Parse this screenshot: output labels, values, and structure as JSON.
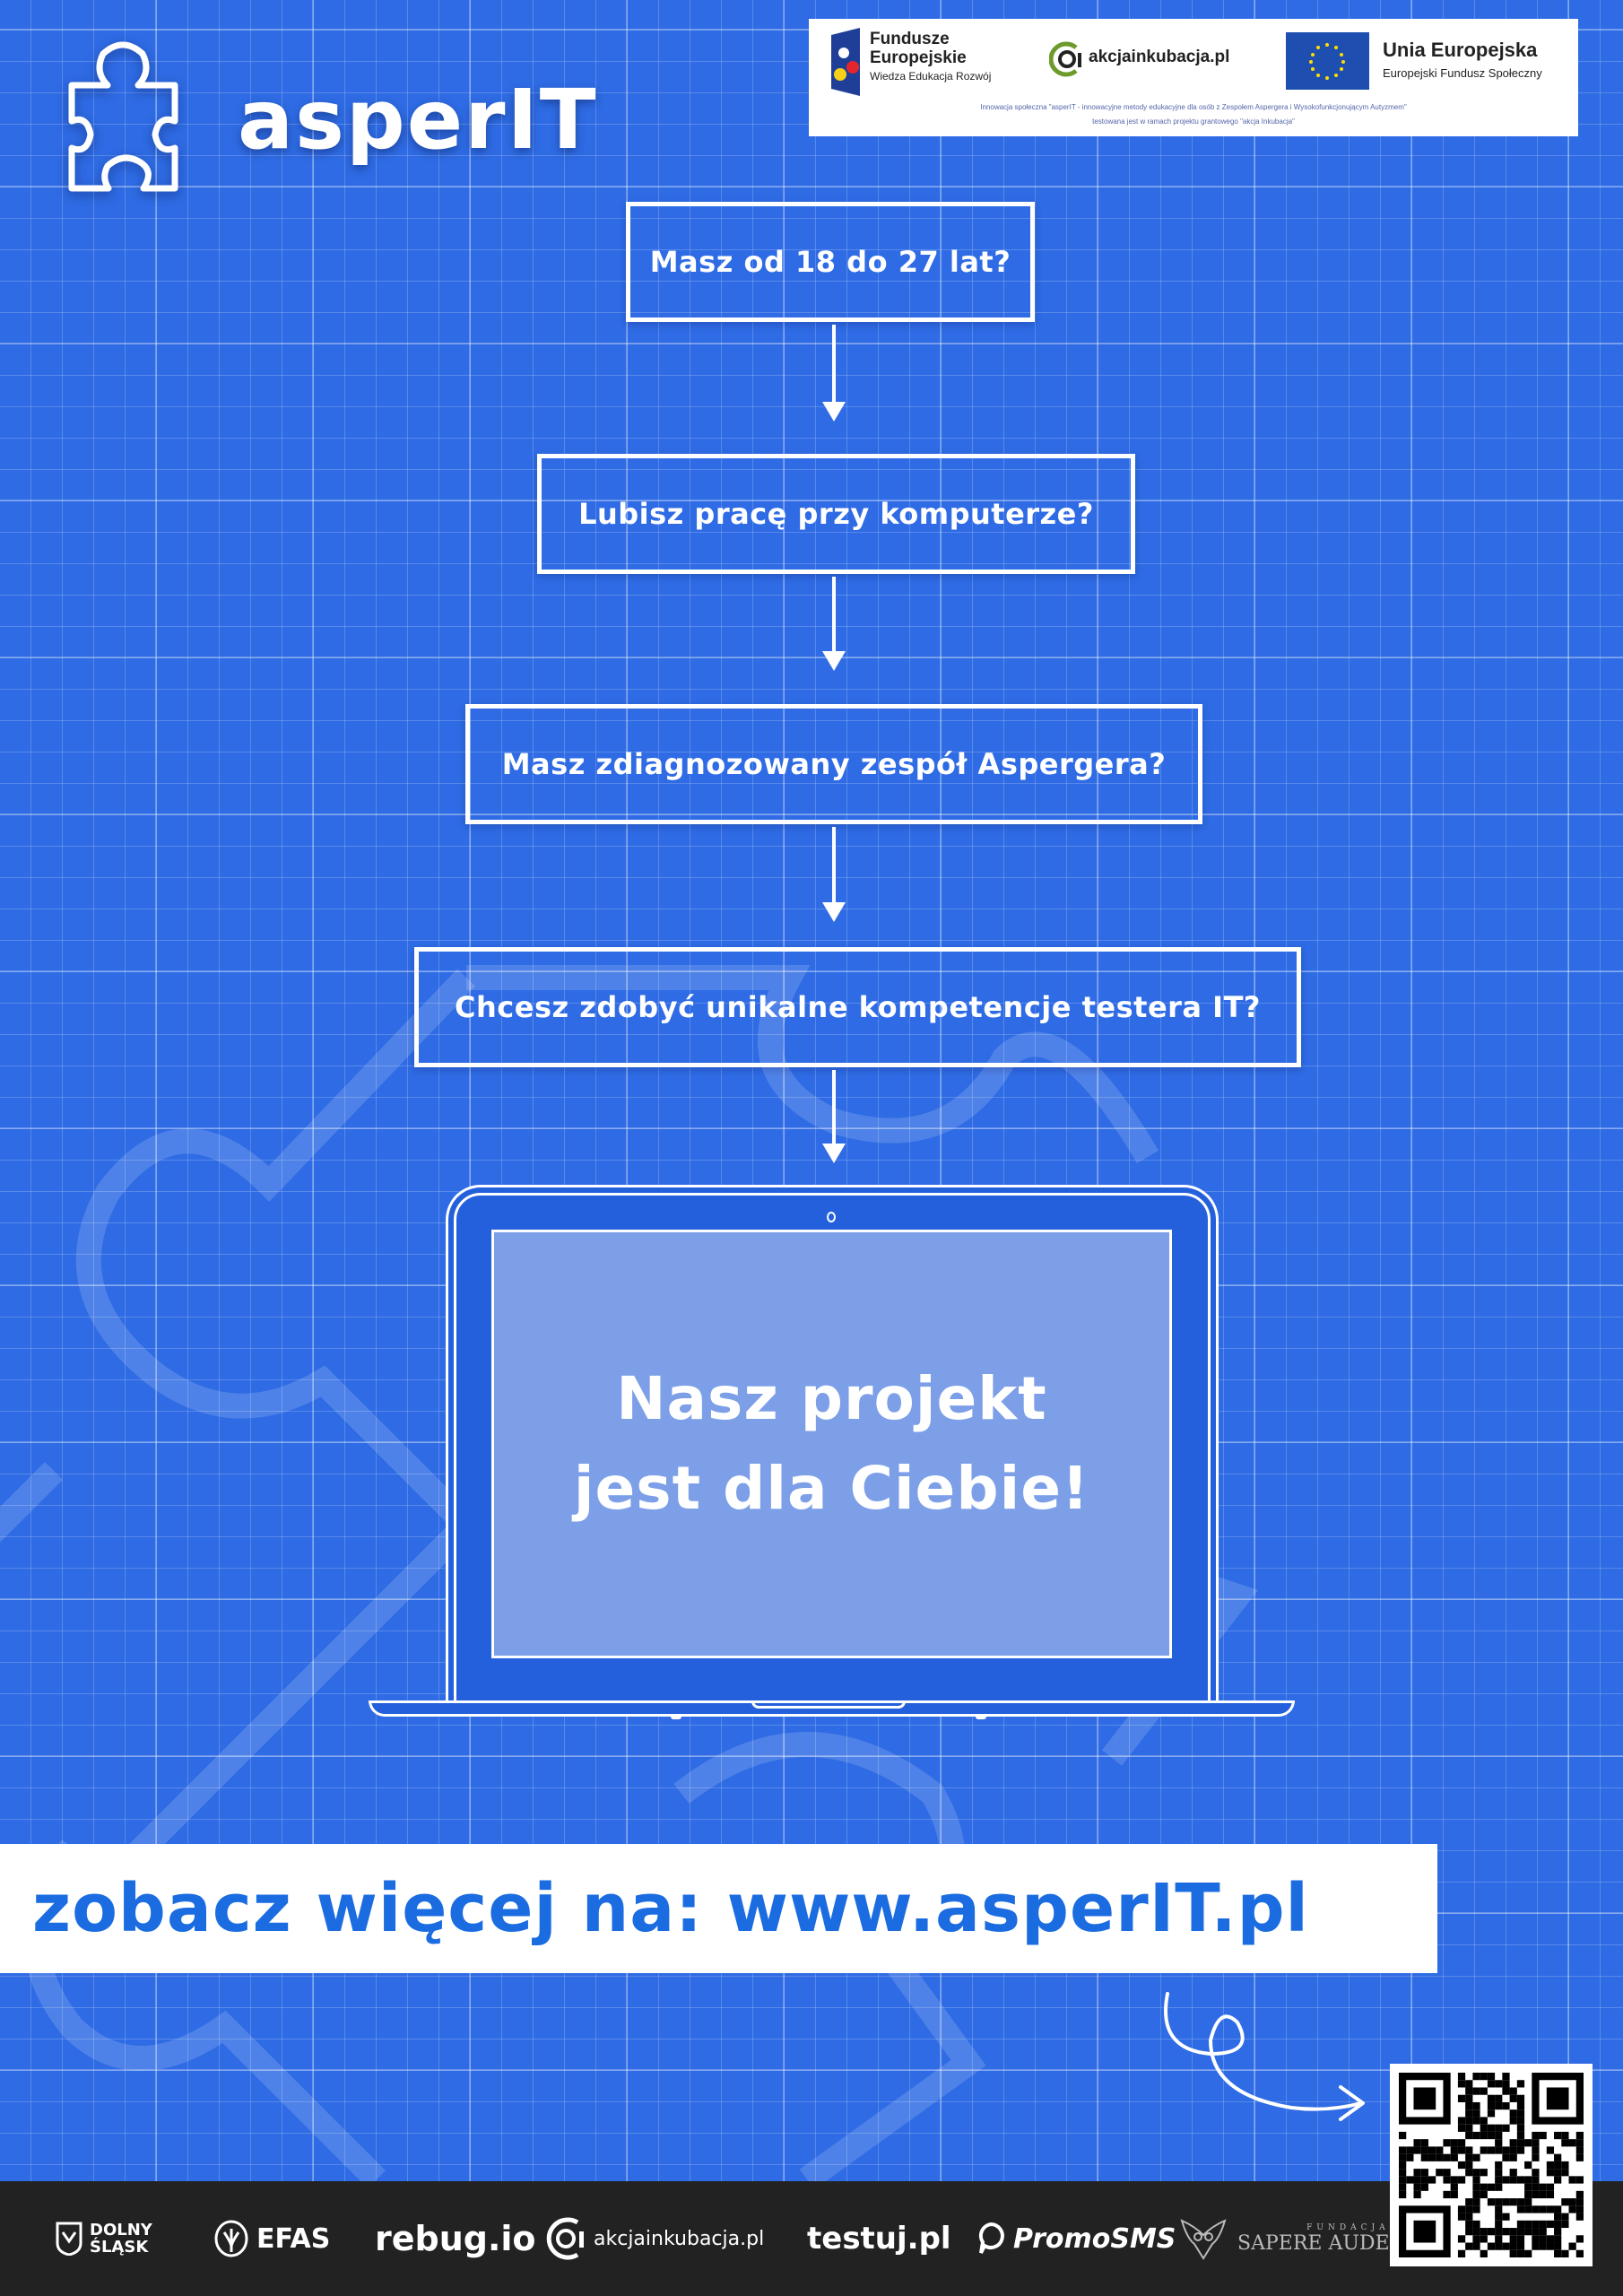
{
  "brand": {
    "name": "asperIT",
    "icon": "puzzle-icon"
  },
  "sponsors": {
    "fe_title": "Fundusze\nEuropejskie",
    "fe_line1": "Fundusze",
    "fe_line2": "Europejskie",
    "fe_sub": "Wiedza Edukacja Rozwój",
    "akcja": "akcjainkubacja.pl",
    "eu_title": "Unia Europejska",
    "eu_sub": "Europejski Fundusz Społeczny",
    "note1": "Innowacja społeczna \"asperIT - innowacyjne metody edukacyjne dla osób z Zespołem Aspergera i Wysokofunkcjonującym Autyzmem\"",
    "note2": "testowana jest w ramach projektu grantowego \"akcja Inkubacja\""
  },
  "flow": [
    {
      "text": "Masz od 18 do 27 lat?"
    },
    {
      "text": "Lubisz pracę przy komputerze?"
    },
    {
      "text": "Masz zdiagnozowany zespół Aspergera?"
    },
    {
      "text": "Chcesz zdobyć unikalne kompetencje testera IT?"
    }
  ],
  "laptop": {
    "line1": "Nasz projekt",
    "line2": "jest dla Ciebie!"
  },
  "banner": {
    "text": "zobacz więcej na: www.asperIT.pl"
  },
  "footer": {
    "partners": [
      {
        "line1": "DOLNY",
        "line2": "ŚLĄSK"
      },
      {
        "name": "EFAS"
      },
      {
        "name": "rebug.io"
      },
      {
        "name": "akcjainkubacja.pl"
      },
      {
        "name": "testuj.pl"
      },
      {
        "name": "PromoSMS"
      },
      {
        "line1": "FUNDACJA",
        "line2": "SAPERE AUDE"
      }
    ]
  },
  "colors": {
    "background": "#2e6be4",
    "banner_text": "#1a6ce0",
    "screen": "#7c9fe8",
    "footer": "#222222"
  }
}
